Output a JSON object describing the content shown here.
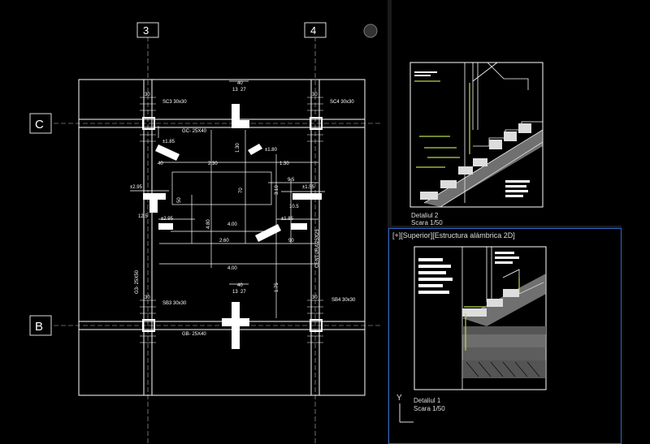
{
  "main": {
    "grid": {
      "top_left": "3",
      "top_right": "4",
      "left_upper": "C",
      "left_lower": "B"
    },
    "columns": {
      "sc3": "SC3 30x30",
      "sc4": "SC4 30x30",
      "sb3": "SB3 30x30",
      "sb4": "SB4 30x30"
    },
    "beams": {
      "top": "GC- 25X40",
      "bottom": "GB- 25X40",
      "left": "G3- 25X50",
      "right": "CENTURA 25X25"
    },
    "dims": {
      "d40a": "40",
      "d13a": "13",
      "d27a": "27",
      "d40b": "40",
      "d13b": "13",
      "d27b": "27",
      "d30a": "30",
      "d30b": "30",
      "d30c": "30",
      "d30d": "30",
      "d230": "2.30",
      "d130": "1.30",
      "d130b": "1.30",
      "d40c": "40",
      "d95": "9.5",
      "d70": "70",
      "d310": "3.10",
      "d400": "4.00",
      "d400b": "4.00",
      "d480": "4.80",
      "d260": "2.60",
      "d90": "90",
      "d175": "1.75",
      "d125": "12.5",
      "d105": "10.5",
      "d50": "50",
      "lv1": "±2.95",
      "lv2": "±1.85",
      "lv3": "±2.95",
      "lv4": "±1.55",
      "lv5": "±1.80",
      "lv6": "±1.85"
    }
  },
  "viewport_top": {
    "detail_title": "Detaliul 2",
    "detail_scale": "Scara 1/50"
  },
  "viewport_bottom": {
    "header": "[+][Superior][Estructura alámbrica 2D]",
    "axis_y": "Y",
    "detail_title": "Detaliul 1",
    "detail_scale": "Scara 1/50"
  },
  "colors": {
    "background": "#000000",
    "lines": "#ffffff",
    "accent_green": "#b7d84b",
    "viewport_border": "#2f66c9"
  }
}
